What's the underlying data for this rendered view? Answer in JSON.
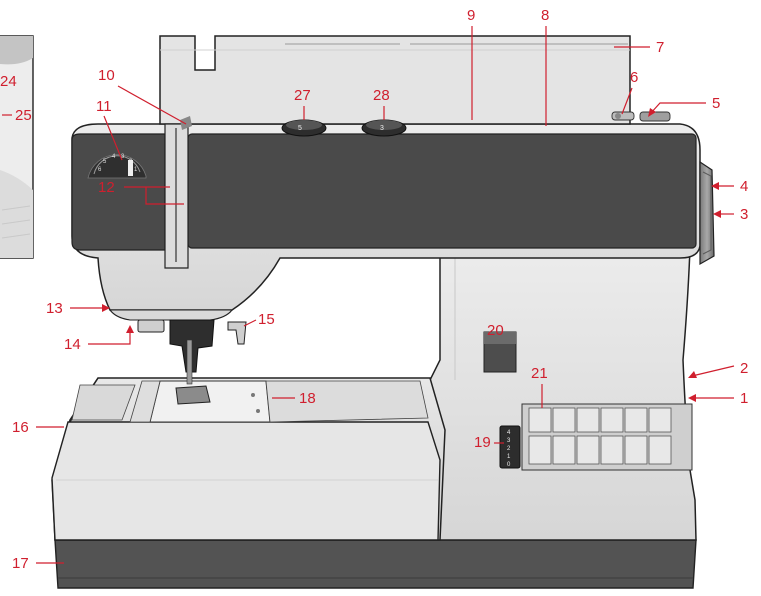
{
  "colors": {
    "label": "#d01f2e",
    "body_light": "#e3e3e3",
    "body_mid": "#cfcfcf",
    "panel_dark": "#4a4a4a",
    "base_dark": "#535353",
    "outline": "#222222"
  },
  "inset": {
    "labels": [
      "24",
      "25"
    ]
  },
  "dial_scale": [
    "6",
    "5",
    "4",
    "3",
    "2",
    "1"
  ],
  "stitch_width_scale": [
    "4",
    "3",
    "2",
    "1",
    "0"
  ],
  "knob_27_text": "5",
  "knob_28_text": "3",
  "callouts": [
    {
      "id": "c1",
      "label": "1",
      "arrow": true
    },
    {
      "id": "c2",
      "label": "2",
      "arrow": true
    },
    {
      "id": "c3",
      "label": "3",
      "arrow": true
    },
    {
      "id": "c4",
      "label": "4",
      "arrow": true
    },
    {
      "id": "c5",
      "label": "5",
      "arrow": true
    },
    {
      "id": "c6",
      "label": "6",
      "arrow": false
    },
    {
      "id": "c7",
      "label": "7",
      "arrow": false
    },
    {
      "id": "c8",
      "label": "8",
      "arrow": false
    },
    {
      "id": "c9",
      "label": "9",
      "arrow": false
    },
    {
      "id": "c10",
      "label": "10",
      "arrow": false
    },
    {
      "id": "c11",
      "label": "11",
      "arrow": false
    },
    {
      "id": "c12",
      "label": "12",
      "arrow": false
    },
    {
      "id": "c13",
      "label": "13",
      "arrow": true
    },
    {
      "id": "c14",
      "label": "14",
      "arrow": true
    },
    {
      "id": "c15",
      "label": "15",
      "arrow": false
    },
    {
      "id": "c16",
      "label": "16",
      "arrow": false
    },
    {
      "id": "c17",
      "label": "17",
      "arrow": false
    },
    {
      "id": "c18",
      "label": "18",
      "arrow": false
    },
    {
      "id": "c19",
      "label": "19",
      "arrow": false
    },
    {
      "id": "c20",
      "label": "20",
      "arrow": false
    },
    {
      "id": "c21",
      "label": "21",
      "arrow": false
    },
    {
      "id": "c27",
      "label": "27",
      "arrow": false
    },
    {
      "id": "c28",
      "label": "28",
      "arrow": false
    }
  ]
}
